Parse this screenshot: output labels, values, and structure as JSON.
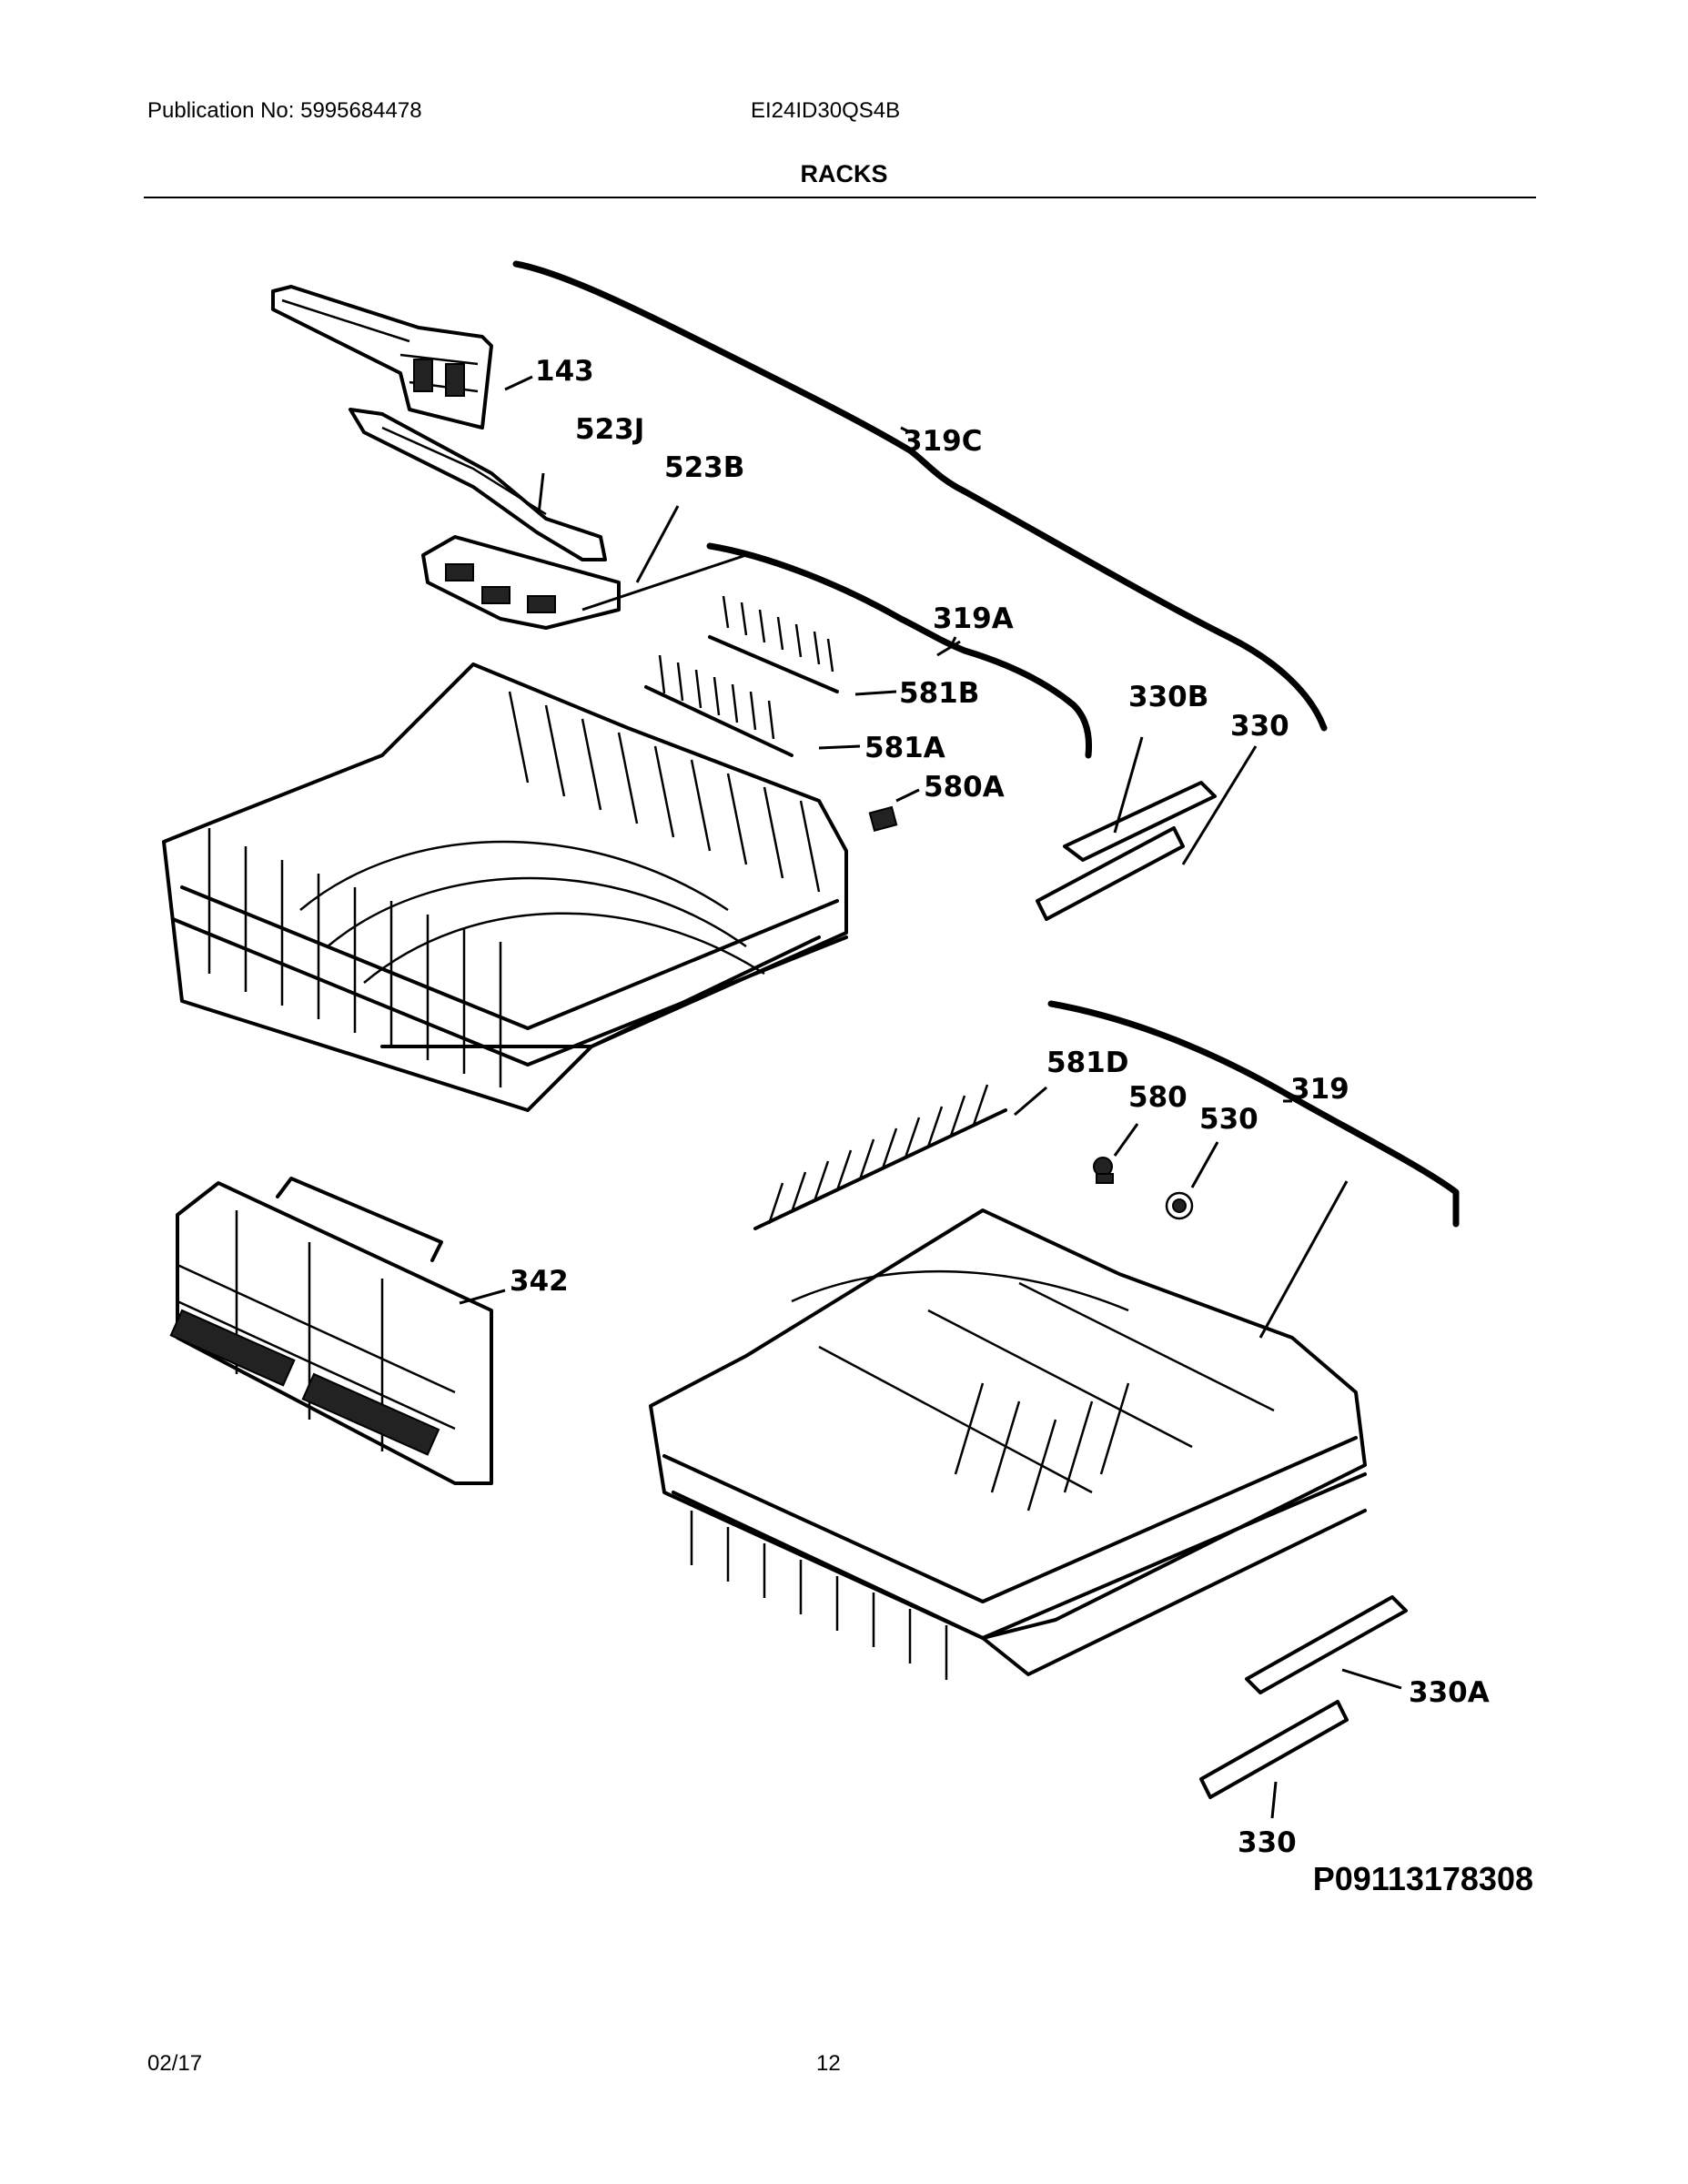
{
  "header": {
    "publication": "Publication No: 5995684478",
    "model": "EI24ID30QS4B",
    "section": "RACKS"
  },
  "footer": {
    "date": "02/17",
    "page": "12"
  },
  "diagram_code": "P09113178308",
  "callouts": {
    "c143": "143",
    "c523J": "523J",
    "c523B": "523B",
    "c319C": "319C",
    "c319A": "319A",
    "c581B": "581B",
    "c581A": "581A",
    "c580A": "580A",
    "c330B": "330B",
    "c330_upper": "330",
    "c581D": "581D",
    "c580": "580",
    "c530": "530",
    "c319": "319",
    "c342": "342",
    "c330A": "330A",
    "c330_lower": "330"
  }
}
